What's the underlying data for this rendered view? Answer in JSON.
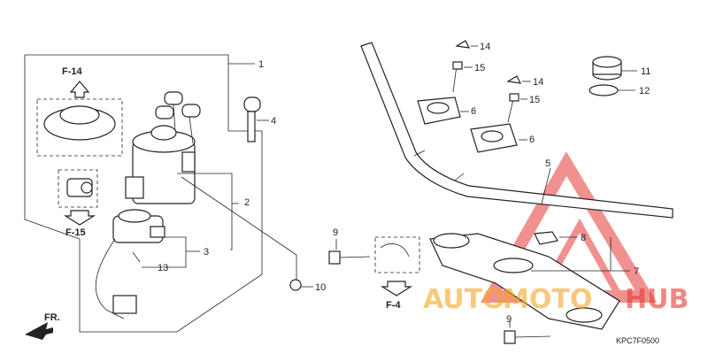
{
  "refs": {
    "f14": "F-14",
    "f15": "F-15",
    "f4": "F-4",
    "fr": "FR."
  },
  "callouts": [
    "1",
    "2",
    "3",
    "4",
    "5",
    "6",
    "6",
    "7",
    "8",
    "9",
    "9",
    "10",
    "11",
    "12",
    "13",
    "14",
    "14",
    "15",
    "15"
  ],
  "diagram_code": "KPC7F0500",
  "watermark": {
    "part1": "AUTO",
    "part2": "MOTO",
    "part3": "HUB",
    "color_orange": "#f5a623",
    "color_red": "#e53935"
  }
}
